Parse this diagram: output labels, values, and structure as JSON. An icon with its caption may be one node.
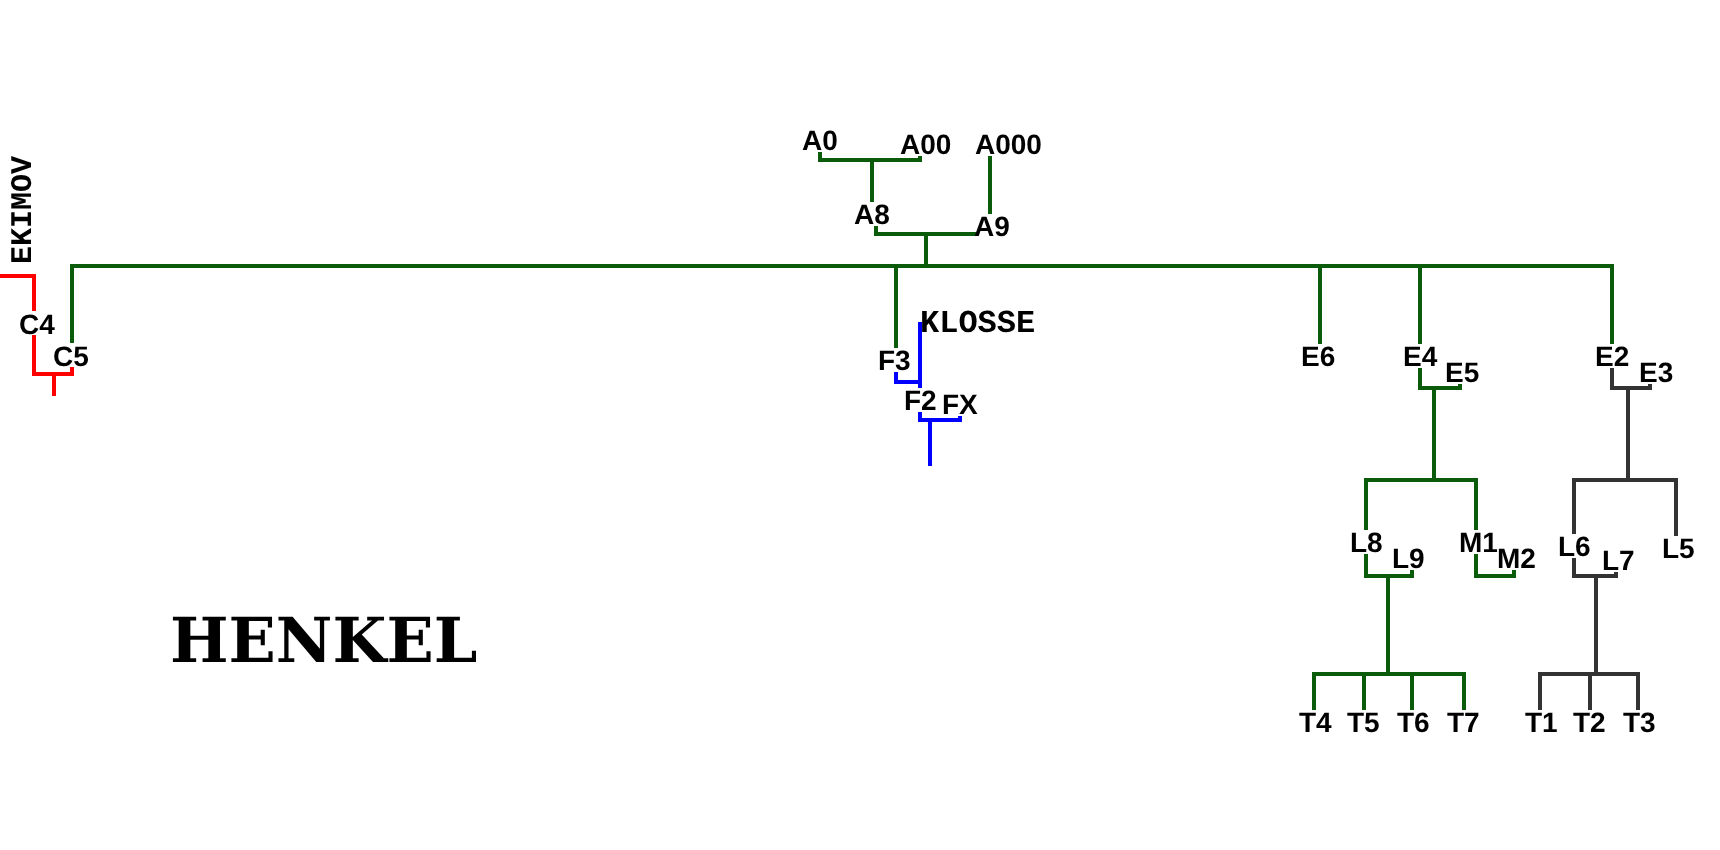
{
  "diagram": {
    "title": "HENKEL",
    "nodes": [
      {
        "text": [
          "A0"
        ]
      },
      {
        "text": [
          "A00"
        ]
      },
      {
        "text": [
          "A000"
        ]
      },
      {
        "text": [
          "A8"
        ]
      },
      {
        "text": [
          "A9"
        ]
      },
      {
        "text": [
          "EKIMOV"
        ]
      },
      {
        "text": [
          "KLOSSE"
        ]
      },
      {
        "text": [
          "C4"
        ]
      },
      {
        "text": [
          "C5"
        ]
      },
      {
        "text": [
          "F3"
        ]
      },
      {
        "text": [
          "E6"
        ]
      },
      {
        "text": [
          "E4"
        ]
      },
      {
        "text": [
          "E2"
        ]
      },
      {
        "text": [
          "E5"
        ]
      },
      {
        "text": [
          "E3"
        ]
      },
      {
        "text": [
          "F2"
        ]
      },
      {
        "text": [
          "FX"
        ]
      },
      {
        "text": [
          "L8"
        ]
      },
      {
        "text": [
          "M1"
        ]
      },
      {
        "text": [
          "L6"
        ]
      },
      {
        "text": [
          "L5"
        ]
      },
      {
        "text": [
          "L9"
        ]
      },
      {
        "text": [
          "M2"
        ]
      },
      {
        "text": [
          "L7"
        ]
      },
      {
        "text": [
          "T4"
        ]
      },
      {
        "text": [
          "T5"
        ]
      },
      {
        "text": [
          "T6"
        ]
      },
      {
        "text": [
          "T7"
        ]
      },
      {
        "text": [
          "T1"
        ]
      },
      {
        "text": [
          "T2"
        ]
      },
      {
        "text": [
          "T3"
        ]
      }
    ],
    "edges": [
      {
        "from": 0,
        "to": 3,
        "arrow": "none"
      },
      {
        "from": 1,
        "to": 3,
        "arrow": "none"
      },
      {
        "from": 2,
        "to": 4,
        "arrow": "none"
      },
      {
        "from": 3,
        "to": 8,
        "arrow": "none"
      },
      {
        "from": 3,
        "to": 9,
        "arrow": "none"
      },
      {
        "from": 3,
        "to": 10,
        "arrow": "none"
      },
      {
        "from": 3,
        "to": 11,
        "arrow": "none"
      },
      {
        "from": 3,
        "to": 12,
        "arrow": "none"
      },
      {
        "from": 4,
        "to": 8,
        "arrow": "none"
      },
      {
        "from": 4,
        "to": 9,
        "arrow": "none"
      },
      {
        "from": 4,
        "to": 10,
        "arrow": "none"
      },
      {
        "from": 4,
        "to": 11,
        "arrow": "none"
      },
      {
        "from": 4,
        "to": 12,
        "arrow": "none"
      },
      {
        "from": 5,
        "to": 7,
        "arrow": "none",
        "color": "#ff0000"
      },
      {
        "from": 7,
        "to": 8,
        "arrow": "none",
        "color": "#ff0000"
      },
      {
        "from": 8,
        "to": null,
        "arrow": "none",
        "color": "#ff0000"
      },
      {
        "from": 6,
        "to": 15,
        "arrow": "none",
        "color": "#0000ff"
      },
      {
        "from": 9,
        "to": 15,
        "arrow": "none",
        "color": "#0000ff"
      },
      {
        "from": 15,
        "to": null,
        "arrow": "none",
        "color": "#0000ff"
      },
      {
        "from": 16,
        "to": null,
        "arrow": "none",
        "color": "#0000ff"
      },
      {
        "from": 11,
        "to": 17,
        "arrow": "none"
      },
      {
        "from": 11,
        "to": 18,
        "arrow": "none"
      },
      {
        "from": 13,
        "to": 17,
        "arrow": "none"
      },
      {
        "from": 13,
        "to": 18,
        "arrow": "none"
      },
      {
        "from": 18,
        "to": 22,
        "arrow": "none"
      },
      {
        "from": 12,
        "to": 19,
        "arrow": "none",
        "color": "#333333"
      },
      {
        "from": 12,
        "to": 20,
        "arrow": "none",
        "color": "#333333"
      },
      {
        "from": 14,
        "to": 19,
        "arrow": "none",
        "color": "#333333"
      },
      {
        "from": 14,
        "to": 20,
        "arrow": "none",
        "color": "#333333"
      },
      {
        "from": 17,
        "to": 24,
        "arrow": "none"
      },
      {
        "from": 17,
        "to": 25,
        "arrow": "none"
      },
      {
        "from": 17,
        "to": 26,
        "arrow": "none"
      },
      {
        "from": 17,
        "to": 27,
        "arrow": "none"
      },
      {
        "from": 21,
        "to": 24,
        "arrow": "none"
      },
      {
        "from": 21,
        "to": 25,
        "arrow": "none"
      },
      {
        "from": 21,
        "to": 26,
        "arrow": "none"
      },
      {
        "from": 21,
        "to": 27,
        "arrow": "none"
      },
      {
        "from": 19,
        "to": 28,
        "arrow": "none",
        "color": "#333333"
      },
      {
        "from": 19,
        "to": 29,
        "arrow": "none",
        "color": "#333333"
      },
      {
        "from": 19,
        "to": 30,
        "arrow": "none",
        "color": "#333333"
      },
      {
        "from": 23,
        "to": 28,
        "arrow": "none",
        "color": "#333333"
      },
      {
        "from": 23,
        "to": 29,
        "arrow": "none",
        "color": "#333333"
      },
      {
        "from": 23,
        "to": 30,
        "arrow": "none",
        "color": "#333333"
      }
    ]
  }
}
